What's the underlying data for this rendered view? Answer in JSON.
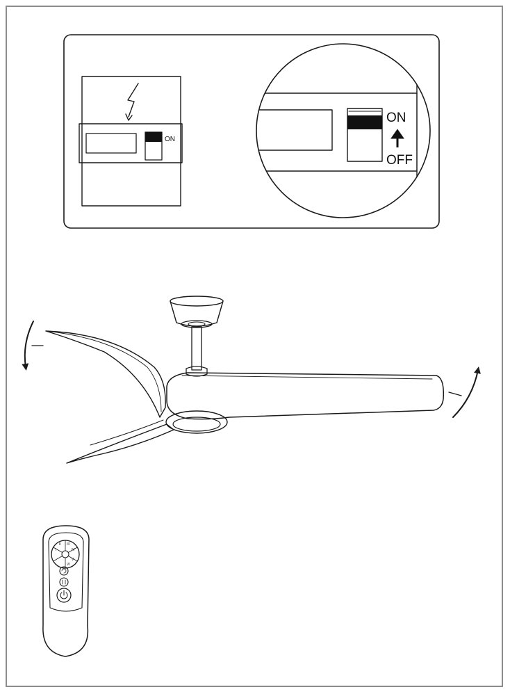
{
  "switch_panel": {
    "small_on_label": "ON",
    "zoom_on_label": "ON",
    "zoom_off_label": "OFF"
  },
  "remote": {
    "speed_buttons": [
      "I",
      "II",
      "III",
      "IV",
      "V",
      "VI"
    ]
  },
  "colors": {
    "ink": "#1a1a1a",
    "frame": "#8c8c8c",
    "background": "#ffffff"
  },
  "icons": [
    "lightning-icon",
    "arrow-up-icon",
    "rotation-arrow-icon",
    "power-icon",
    "light-icon"
  ]
}
